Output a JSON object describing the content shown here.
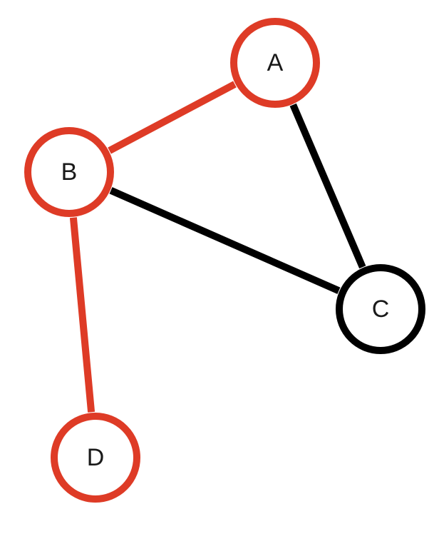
{
  "colors": {
    "highlight": "#de3b26",
    "default": "#000000",
    "node_fill": "#ffffff",
    "label": "#1a1a1a"
  },
  "nodes": [
    {
      "id": "A",
      "label": "A",
      "highlighted": true
    },
    {
      "id": "B",
      "label": "B",
      "highlighted": true
    },
    {
      "id": "C",
      "label": "C",
      "highlighted": false
    },
    {
      "id": "D",
      "label": "D",
      "highlighted": true
    }
  ],
  "edges": [
    {
      "from": "A",
      "to": "B",
      "highlighted": true
    },
    {
      "from": "A",
      "to": "C",
      "highlighted": false
    },
    {
      "from": "B",
      "to": "C",
      "highlighted": false
    },
    {
      "from": "B",
      "to": "D",
      "highlighted": true
    }
  ]
}
